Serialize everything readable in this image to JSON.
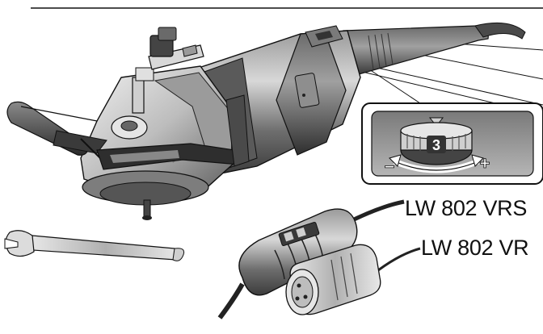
{
  "labels": {
    "model_vrs": "LW 802 VRS",
    "model_vr": "LW 802 VR"
  },
  "dial": {
    "setting": "3",
    "minus": "−",
    "plus": "+"
  },
  "colors": {
    "line": "#111111",
    "dark_gray": "#3a3a3a",
    "mid_gray": "#8c8c8c",
    "light_gray": "#cfcfcf",
    "paper": "#ffffff"
  },
  "icons": {
    "tool": "angle-grinder-polisher",
    "wrench": "open-end-wrench-icon",
    "plug": "power-plug-icon",
    "control": "inline-control-box-icon"
  }
}
